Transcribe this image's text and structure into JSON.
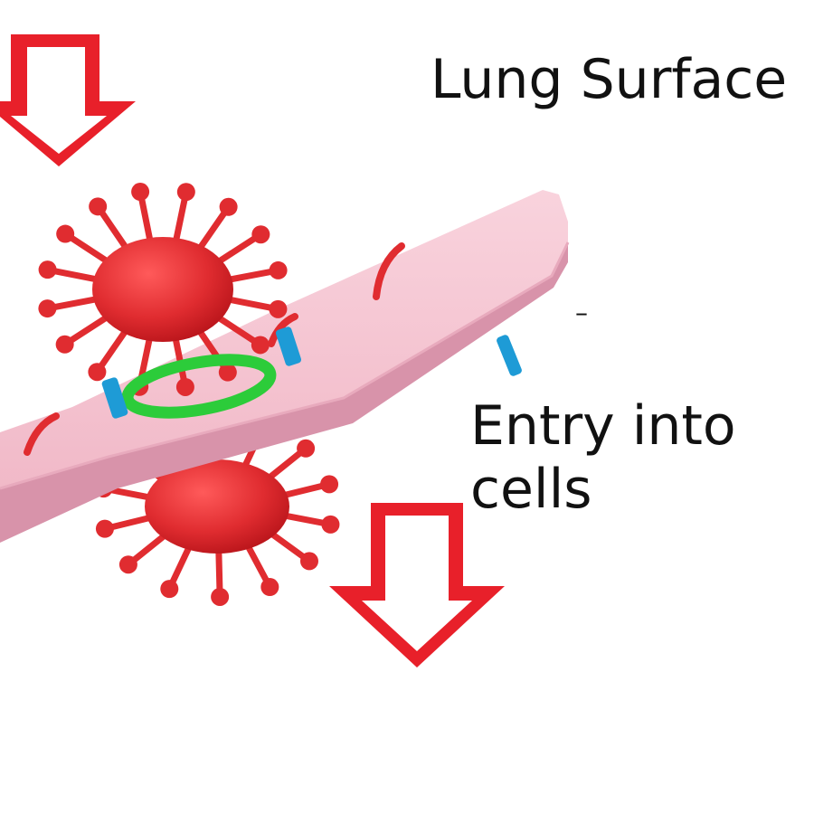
{
  "labels": {
    "lung_surface": "Lung Surface",
    "entry_line1": "Entry into",
    "entry_line2": "cells",
    "dash": "–"
  },
  "colors": {
    "arrow": "#e8202a",
    "arrow_inner": "#ffffff",
    "membrane_top": "#f4c3d0",
    "membrane_side": "#dd9bb0",
    "virus": "#e02c30",
    "receptor_blue": "#1e9bd6",
    "ring_green": "#2ccc3a",
    "text": "#111111"
  },
  "icons": {
    "arrows": [
      "down-arrow-icon",
      "down-arrow-icon"
    ],
    "virus": "coronavirus-icon"
  }
}
